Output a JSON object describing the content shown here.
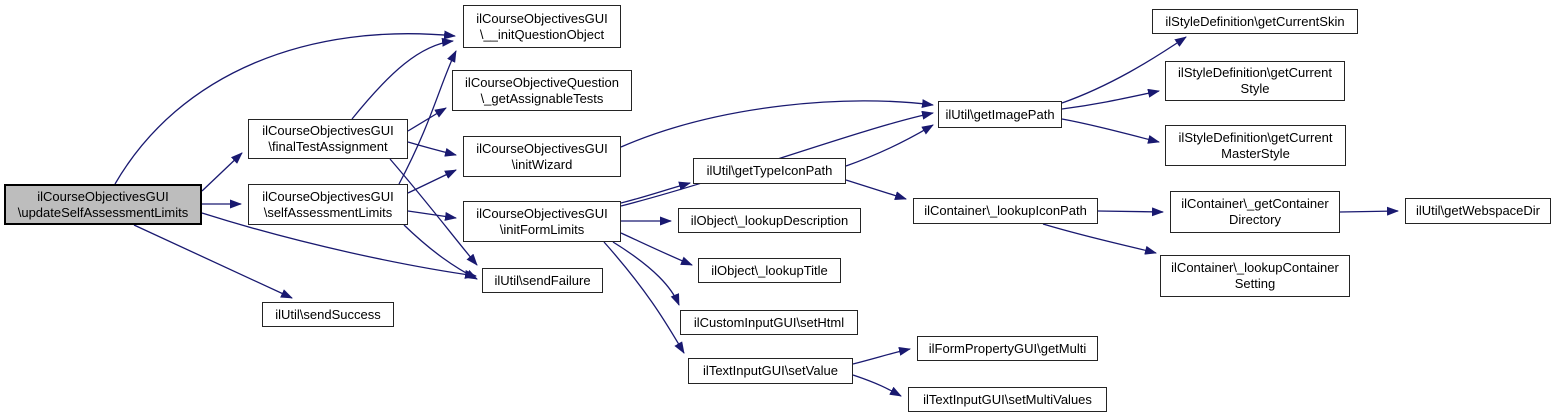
{
  "diagram": {
    "type": "call-graph",
    "colors": {
      "edge": "#191970",
      "node_fill": "#ffffff",
      "node_border": "#242424",
      "highlight_fill": "#bdbdbd",
      "text": "#000000"
    },
    "nodes": {
      "update": {
        "label": "ilCourseObjectivesGUI\n\\updateSelfAssessmentLimits",
        "highlighted": true
      },
      "final": {
        "label": "ilCourseObjectivesGUI\n\\finalTestAssignment",
        "highlighted": false
      },
      "selfa": {
        "label": "ilCourseObjectivesGUI\n\\selfAssessmentLimits",
        "highlighted": false
      },
      "sendsuccess": {
        "label": "ilUtil\\sendSuccess",
        "highlighted": false
      },
      "initq": {
        "label": "ilCourseObjectivesGUI\n\\__initQuestionObject",
        "highlighted": false
      },
      "assignable": {
        "label": "ilCourseObjectiveQuestion\n\\_getAssignableTests",
        "highlighted": false
      },
      "initwizard": {
        "label": "ilCourseObjectivesGUI\n\\initWizard",
        "highlighted": false
      },
      "initform": {
        "label": "ilCourseObjectivesGUI\n\\initFormLimits",
        "highlighted": false
      },
      "sendfailure": {
        "label": "ilUtil\\sendFailure",
        "highlighted": false
      },
      "typeicon": {
        "label": "ilUtil\\getTypeIconPath",
        "highlighted": false
      },
      "lookupdesc": {
        "label": "ilObject\\_lookupDescription",
        "highlighted": false
      },
      "lookuptitle": {
        "label": "ilObject\\_lookupTitle",
        "highlighted": false
      },
      "sethtml": {
        "label": "ilCustomInputGUI\\setHtml",
        "highlighted": false
      },
      "setvalue": {
        "label": "ilTextInputGUI\\setValue",
        "highlighted": false
      },
      "imagepath": {
        "label": "ilUtil\\getImagePath",
        "highlighted": false
      },
      "iconpath": {
        "label": "ilContainer\\_lookupIconPath",
        "highlighted": false
      },
      "getmulti": {
        "label": "ilFormPropertyGUI\\getMulti",
        "highlighted": false
      },
      "setmulti": {
        "label": "ilTextInputGUI\\setMultiValues",
        "highlighted": false
      },
      "skin": {
        "label": "ilStyleDefinition\\getCurrentSkin",
        "highlighted": false
      },
      "style": {
        "label": "ilStyleDefinition\\getCurrent\nStyle",
        "highlighted": false
      },
      "masterstyle": {
        "label": "ilStyleDefinition\\getCurrent\nMasterStyle",
        "highlighted": false
      },
      "containerdir": {
        "label": "ilContainer\\_getContainer\nDirectory",
        "highlighted": false
      },
      "containersetting": {
        "label": "ilContainer\\_lookupContainer\nSetting",
        "highlighted": false
      },
      "webspacedir": {
        "label": "ilUtil\\getWebspaceDir",
        "highlighted": false
      }
    },
    "edges": [
      {
        "from": "update",
        "to": "initq"
      },
      {
        "from": "update",
        "to": "final"
      },
      {
        "from": "update",
        "to": "selfa"
      },
      {
        "from": "update",
        "to": "sendfailure"
      },
      {
        "from": "update",
        "to": "sendsuccess"
      },
      {
        "from": "final",
        "to": "initq"
      },
      {
        "from": "final",
        "to": "assignable"
      },
      {
        "from": "final",
        "to": "initwizard"
      },
      {
        "from": "final",
        "to": "sendfailure"
      },
      {
        "from": "selfa",
        "to": "initq"
      },
      {
        "from": "selfa",
        "to": "initwizard"
      },
      {
        "from": "selfa",
        "to": "initform"
      },
      {
        "from": "selfa",
        "to": "sendfailure"
      },
      {
        "from": "initwizard",
        "to": "imagepath"
      },
      {
        "from": "initform",
        "to": "imagepath"
      },
      {
        "from": "initform",
        "to": "typeicon"
      },
      {
        "from": "initform",
        "to": "lookupdesc"
      },
      {
        "from": "initform",
        "to": "lookuptitle"
      },
      {
        "from": "initform",
        "to": "sethtml"
      },
      {
        "from": "initform",
        "to": "setvalue"
      },
      {
        "from": "typeicon",
        "to": "imagepath"
      },
      {
        "from": "typeicon",
        "to": "iconpath"
      },
      {
        "from": "imagepath",
        "to": "skin"
      },
      {
        "from": "imagepath",
        "to": "style"
      },
      {
        "from": "imagepath",
        "to": "masterstyle"
      },
      {
        "from": "iconpath",
        "to": "containerdir"
      },
      {
        "from": "iconpath",
        "to": "containersetting"
      },
      {
        "from": "containerdir",
        "to": "webspacedir"
      },
      {
        "from": "setvalue",
        "to": "getmulti"
      },
      {
        "from": "setvalue",
        "to": "setmulti"
      }
    ]
  }
}
